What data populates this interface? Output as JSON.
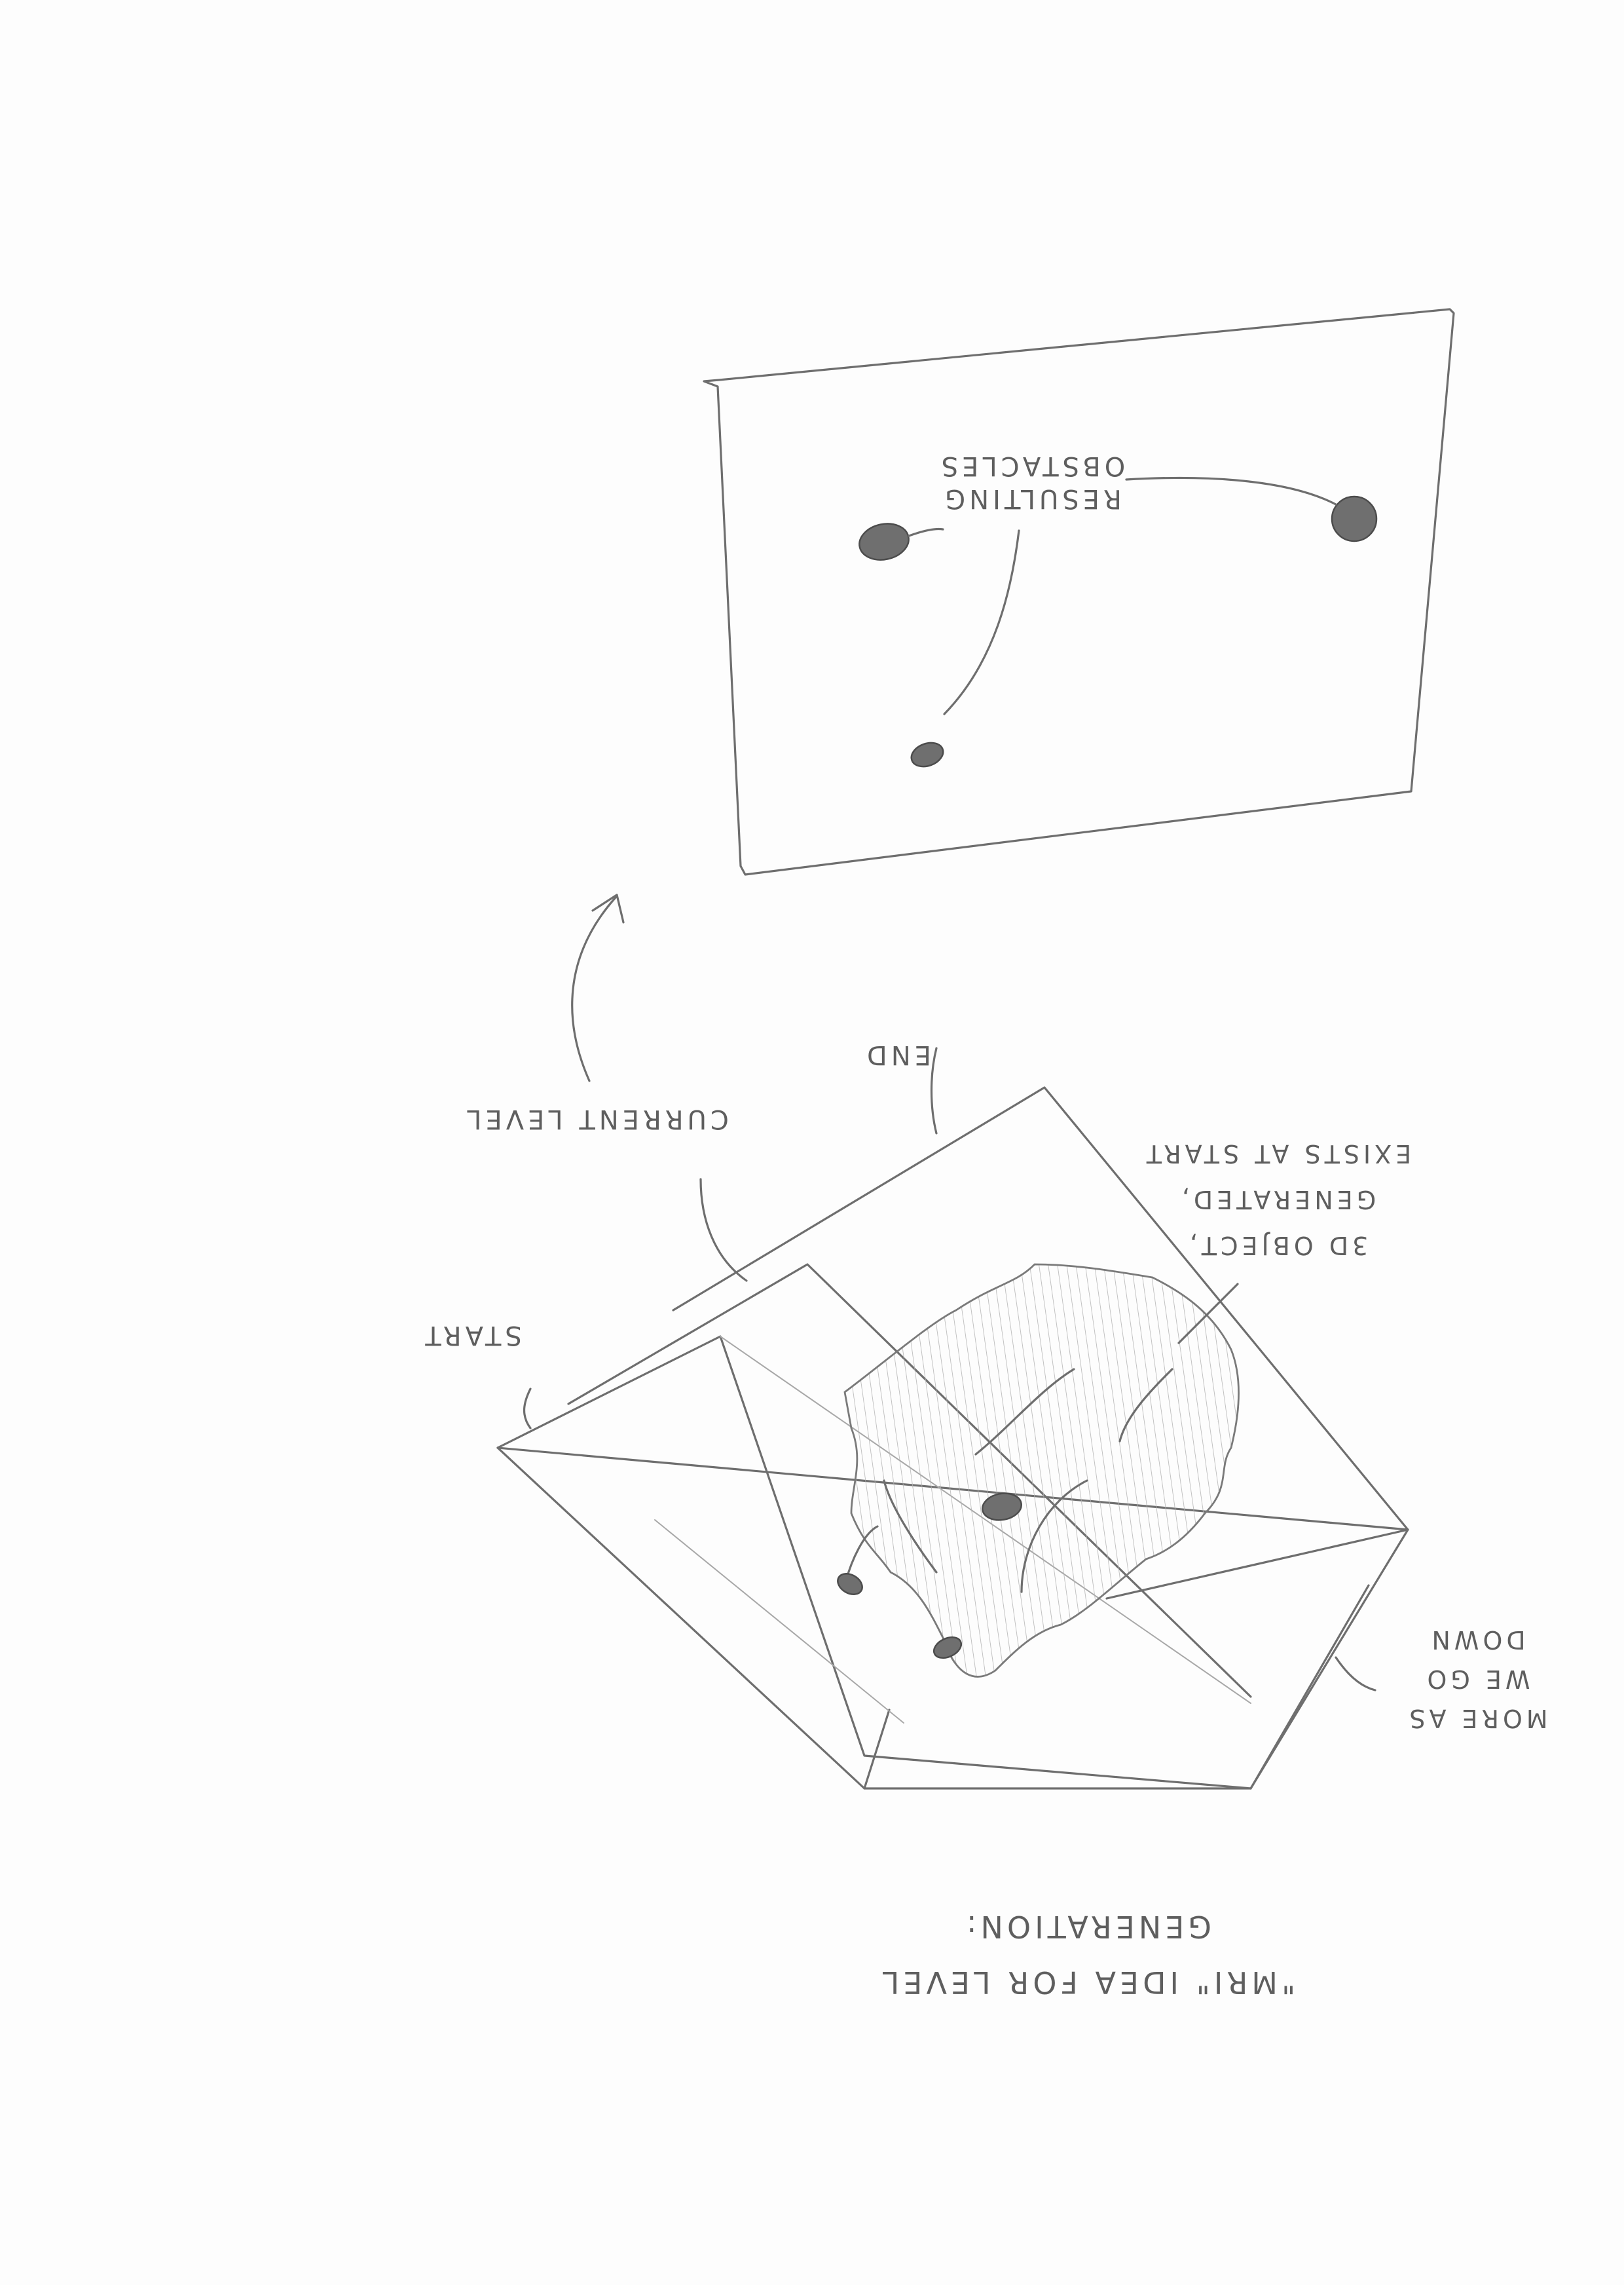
{
  "labels": {
    "resulting_obstacles": [
      "RESULTING",
      "OBSTACLES"
    ],
    "current_level": "CURRENT LEVEL",
    "end": "END",
    "object_3d": [
      "3D OBJECT,",
      "GENERATED,",
      "EXISTS AT START"
    ],
    "start": "START",
    "more_as": [
      "MORE AS",
      "WE GO",
      "DOWN"
    ],
    "title": [
      "\"MRI\" IDEA FOR LEVEL",
      "GENERATION:"
    ]
  }
}
